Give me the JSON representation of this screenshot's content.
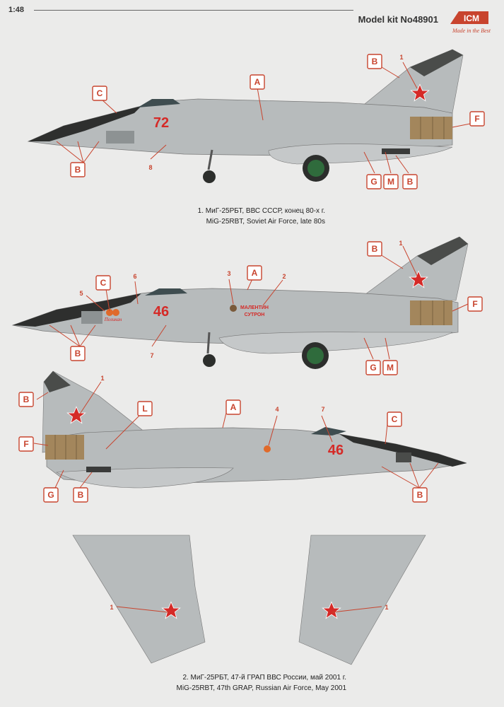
{
  "header": {
    "scale": "1:48",
    "model_kit": "Model kit No48901",
    "brand": "ICM",
    "tagline": "Made in the Best"
  },
  "profile1": {
    "number": "72",
    "caption_ru": "1. МиГ-25РБТ, ВВС СССР, конец 80-х г.",
    "caption_en": "MiG-25RBT, Soviet Air Force, late 80s"
  },
  "profile2": {
    "number": "46",
    "nose_text": "Пеликан",
    "fuselage_text_1": "МАЛЕНТИН",
    "fuselage_text_2": "СУТРОН"
  },
  "profile3": {
    "number": "46"
  },
  "captions2": {
    "ru": "2. МиГ-25РБТ, 47-й ГРАП ВВС России, май 2001 г.",
    "en": "MiG-25RBT, 47th GRAP, Russian Air Force, May 2001"
  },
  "callouts": {
    "A": "A",
    "B": "B",
    "C": "C",
    "F": "F",
    "G": "G",
    "L": "L",
    "M": "M"
  },
  "numbers": {
    "n1": "1",
    "n2": "2",
    "n3": "3",
    "n4": "4",
    "n5": "5",
    "n6": "6",
    "n7": "7",
    "n8": "8"
  },
  "colors": {
    "aircraft_grey": "#b7bbbc",
    "dark_panel": "#4a4c4a",
    "nozzle_tan": "#a3865c",
    "callout_red": "#c8442e",
    "star_red": "#d52a27",
    "background": "#ebebea"
  }
}
